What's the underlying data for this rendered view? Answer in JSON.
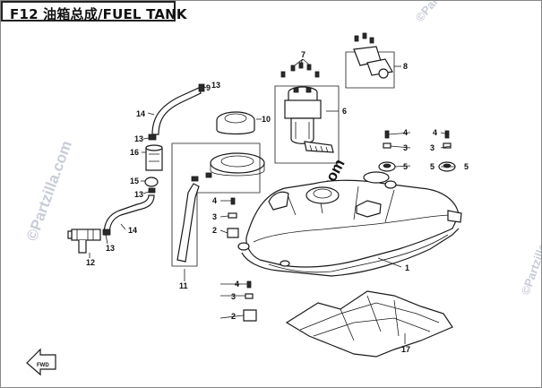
{
  "title": "F12 油箱总成/FUEL TANK",
  "watermarks": [
    "©Partzilla.com",
    "©Partzilla.com",
    "©Partzilla.com"
  ],
  "callouts": [
    "1",
    "2",
    "2",
    "3",
    "3",
    "3",
    "3",
    "4",
    "4",
    "4",
    "4",
    "5",
    "5",
    "5",
    "6",
    "7",
    "8",
    "9",
    "10",
    "11",
    "12",
    "13",
    "13",
    "13",
    "13",
    "14",
    "14",
    "15",
    "16",
    "17"
  ],
  "icons": {
    "direction_arrow": "forward-arrow-icon"
  },
  "colors": {
    "line": "#1a1a1a",
    "watermark": "#c8ccd6",
    "background": "#ffffff"
  }
}
